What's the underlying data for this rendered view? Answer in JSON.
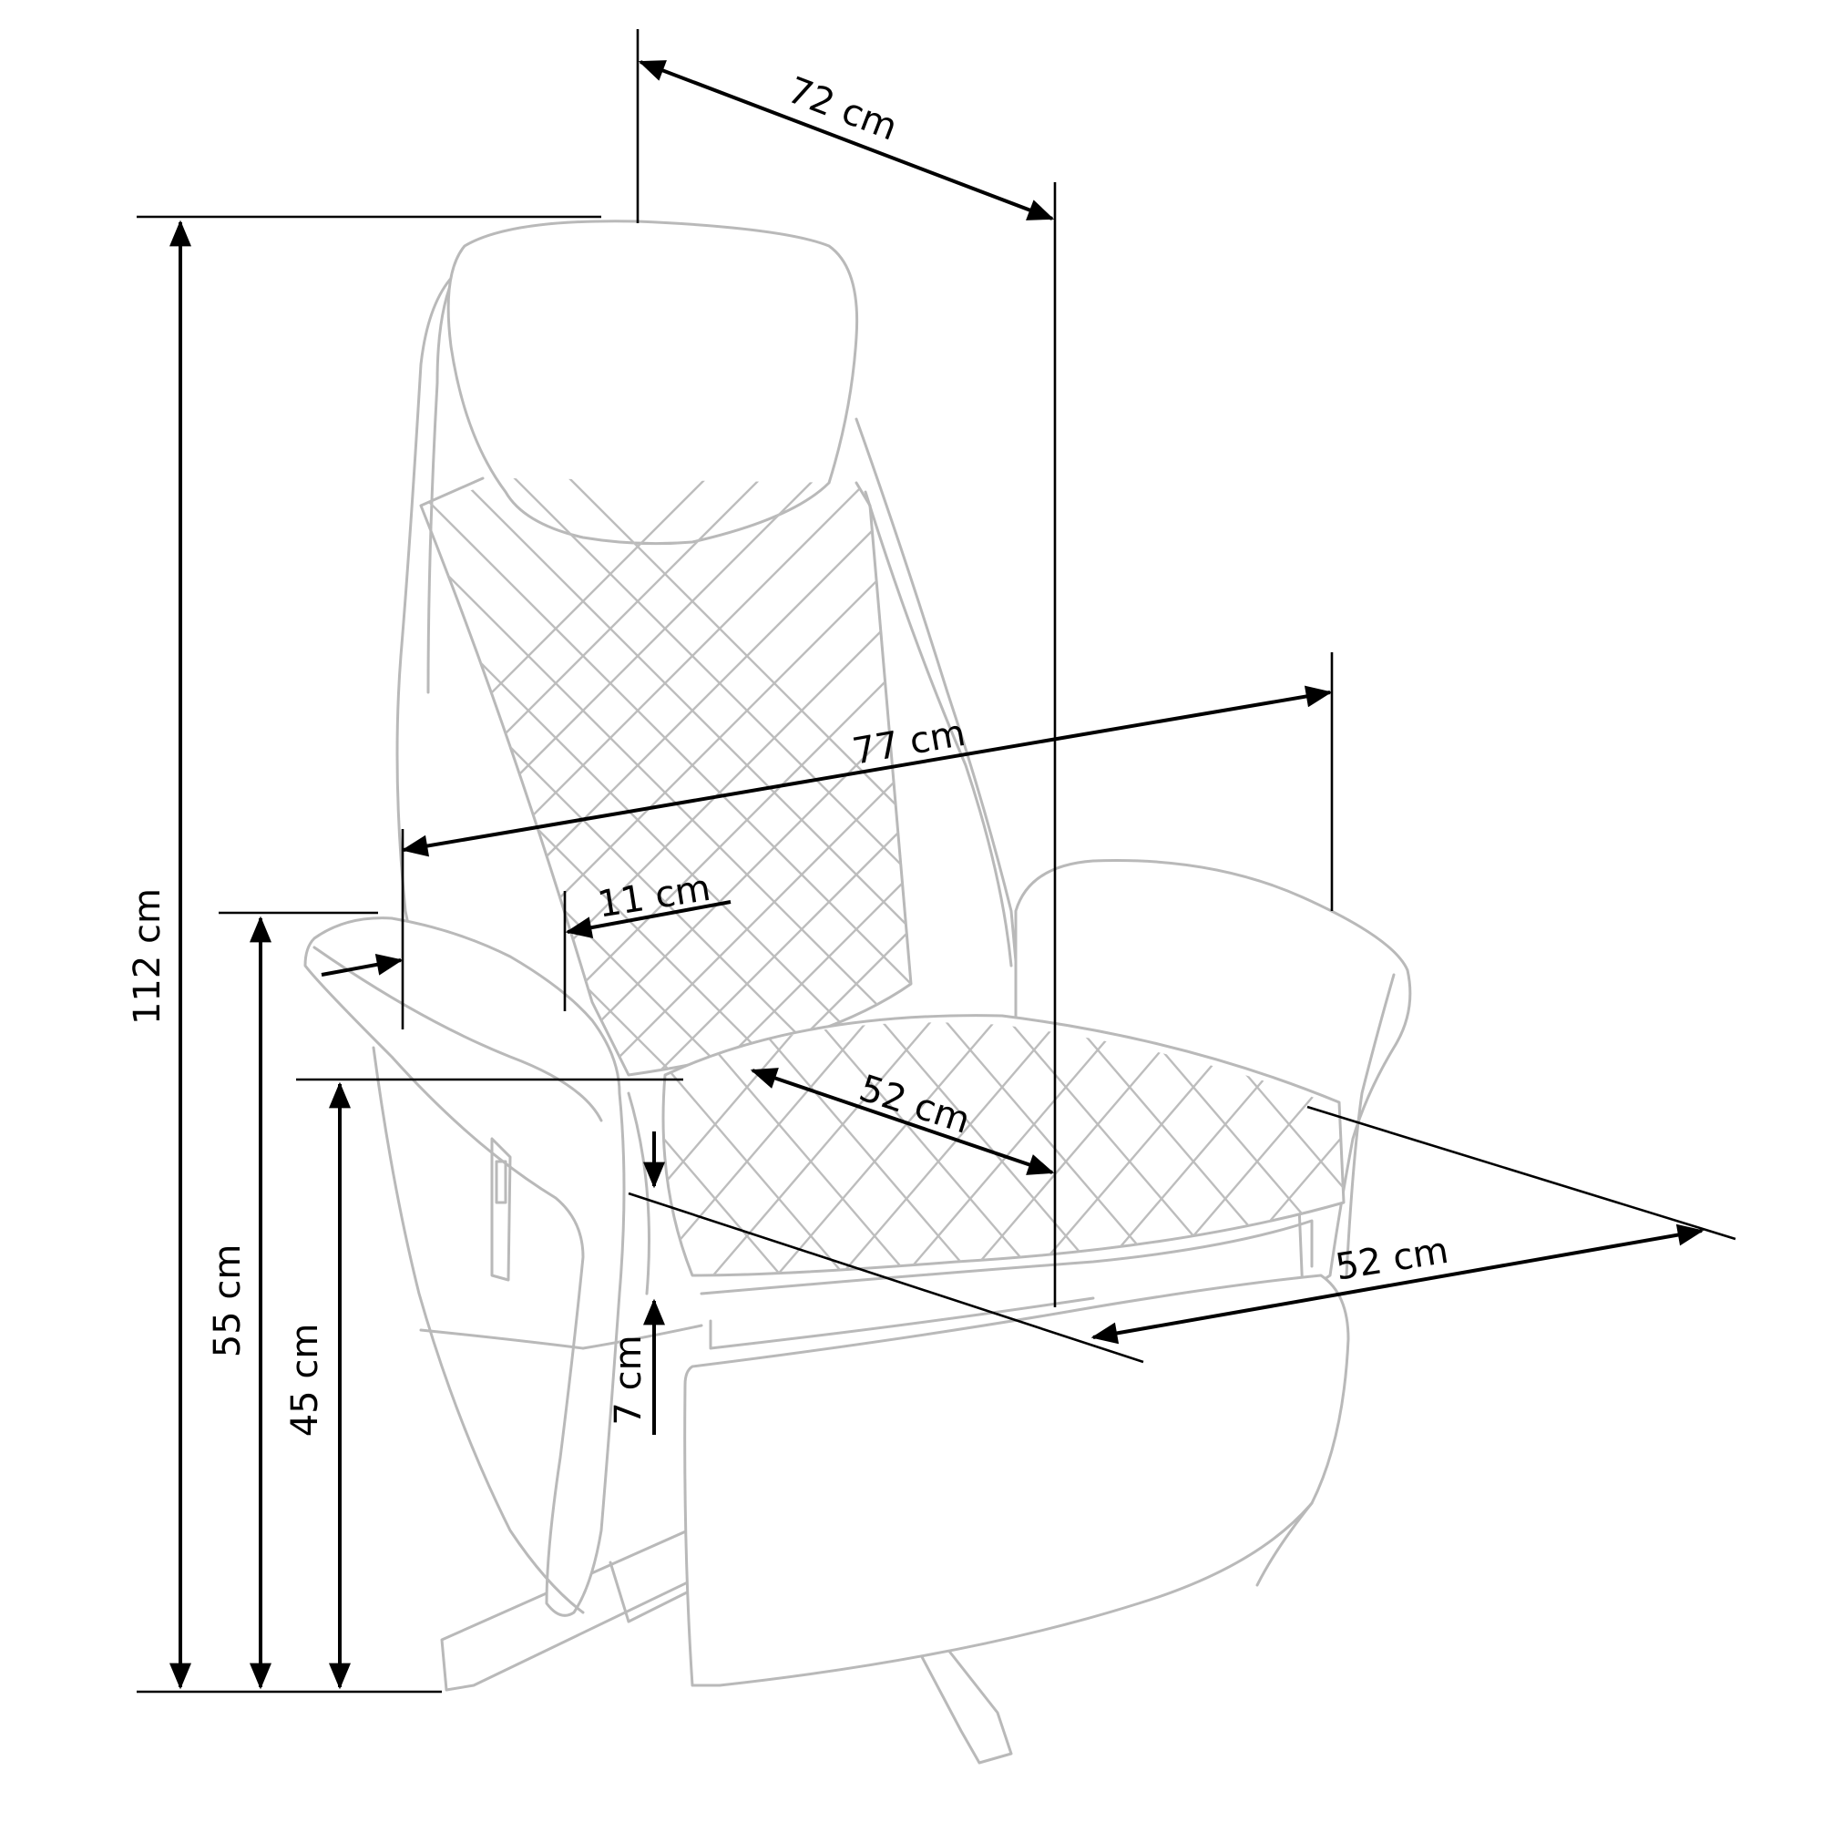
{
  "dimensions": {
    "height_total": "112 cm",
    "armrest_height": "55 cm",
    "seat_height": "45 cm",
    "depth_top": "72 cm",
    "width_overall": "77 cm",
    "armrest_width": "11 cm",
    "seat_depth": "52 cm",
    "seat_width": "52 cm",
    "seat_thickness": "7 cm"
  }
}
